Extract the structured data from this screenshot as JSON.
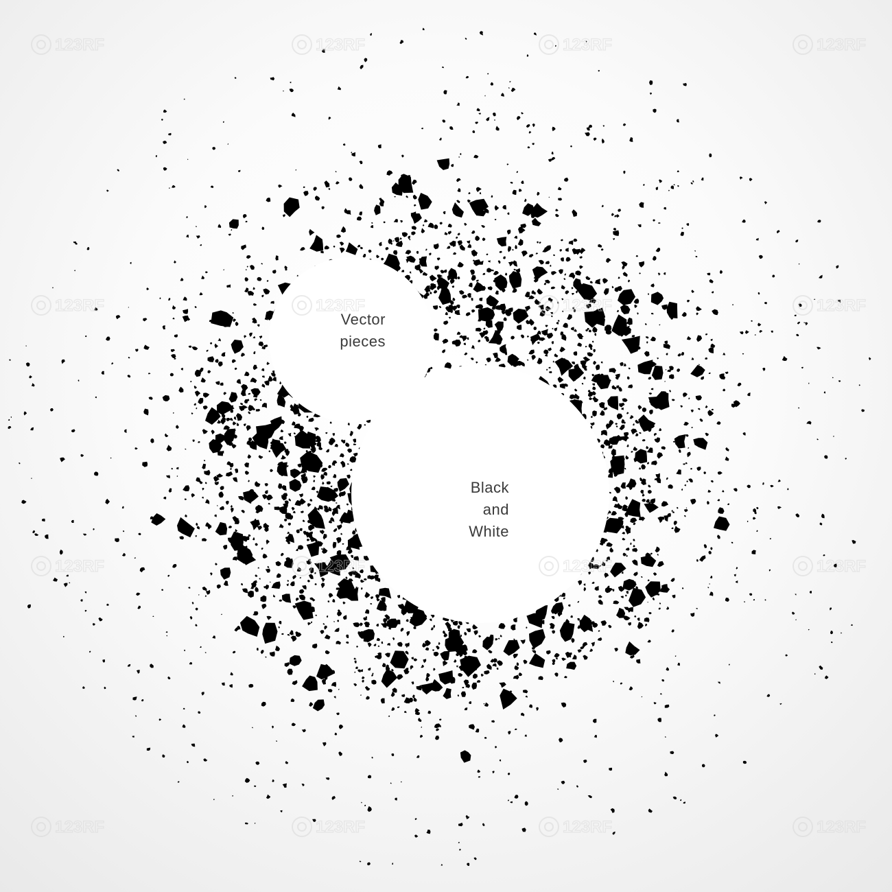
{
  "labels": {
    "small_circle": {
      "line1": "Vector",
      "line2": "pieces"
    },
    "large_circle": {
      "line1": "Black",
      "line2": "and",
      "line3": "White"
    }
  },
  "watermark": {
    "text": "123RF",
    "icon": "camera-shutter-icon",
    "color": "#d7d7d7"
  },
  "colors": {
    "ink": "#000000",
    "circle_fill": "#ffffff",
    "background": "#f2f2f2",
    "text": "#3a3a3a"
  }
}
